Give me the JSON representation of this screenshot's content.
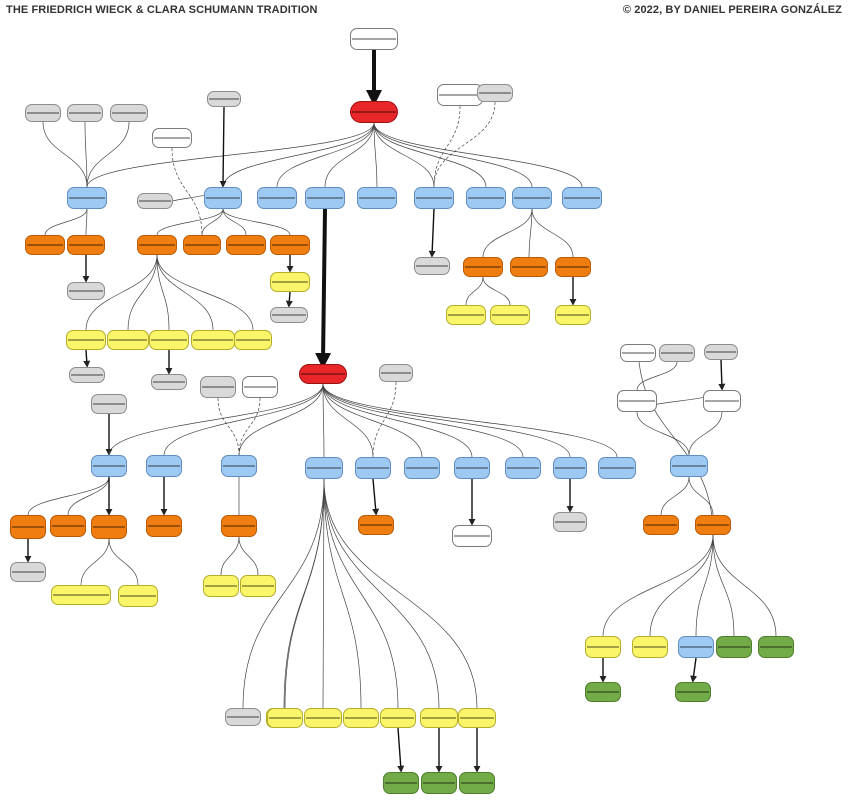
{
  "header": {
    "title_left": "THE FRIEDRICH WIECK & CLARA SCHUMANN TRADITION",
    "title_right": "© 2022, BY DANIEL PEREIRA GONZÁLEZ"
  },
  "colors": {
    "founder": "#e8262a",
    "teacher": "#9ec9f2",
    "student": "#f07d0f",
    "grand_student": "#fbf56a",
    "further_generation": "#72ab47",
    "other_tradition": "#d9d9d9",
    "influence": "#ffffff",
    "edge": "#444444"
  },
  "nodes": [
    {
      "id": "n01",
      "color": "white"
    },
    {
      "id": "n02",
      "color": "red"
    },
    {
      "id": "n03",
      "color": "gray"
    },
    {
      "id": "n04",
      "color": "gray"
    },
    {
      "id": "n05",
      "color": "gray"
    },
    {
      "id": "n06",
      "color": "gray"
    },
    {
      "id": "n07",
      "color": "white"
    },
    {
      "id": "n08",
      "color": "white"
    },
    {
      "id": "n09",
      "color": "gray"
    },
    {
      "id": "n10",
      "color": "blue"
    },
    {
      "id": "n11",
      "color": "gray"
    },
    {
      "id": "n12",
      "color": "blue"
    },
    {
      "id": "n13",
      "color": "blue"
    },
    {
      "id": "n14",
      "color": "blue"
    },
    {
      "id": "n15",
      "color": "blue"
    },
    {
      "id": "n16",
      "color": "blue"
    },
    {
      "id": "n17",
      "color": "blue"
    },
    {
      "id": "n18",
      "color": "blue"
    },
    {
      "id": "n19",
      "color": "blue"
    },
    {
      "id": "n20",
      "color": "orange"
    },
    {
      "id": "n21",
      "color": "orange"
    },
    {
      "id": "n22",
      "color": "orange"
    },
    {
      "id": "n23",
      "color": "orange"
    },
    {
      "id": "n24",
      "color": "orange"
    },
    {
      "id": "n25",
      "color": "orange"
    },
    {
      "id": "n26",
      "color": "gray"
    },
    {
      "id": "n27",
      "color": "yellow"
    },
    {
      "id": "n28",
      "color": "gray"
    },
    {
      "id": "n29",
      "color": "orange"
    },
    {
      "id": "n30",
      "color": "orange"
    },
    {
      "id": "n31",
      "color": "orange"
    },
    {
      "id": "n32",
      "color": "gray"
    },
    {
      "id": "n33",
      "color": "yellow"
    },
    {
      "id": "n34",
      "color": "yellow"
    },
    {
      "id": "n35",
      "color": "yellow"
    },
    {
      "id": "n36",
      "color": "yellow"
    },
    {
      "id": "n37",
      "color": "yellow"
    },
    {
      "id": "n38",
      "color": "yellow"
    },
    {
      "id": "n39",
      "color": "yellow"
    },
    {
      "id": "n40",
      "color": "gray"
    },
    {
      "id": "n41",
      "color": "gray"
    },
    {
      "id": "n42",
      "color": "white"
    },
    {
      "id": "n43",
      "color": "gray"
    },
    {
      "id": "n44",
      "color": "red"
    },
    {
      "id": "n45",
      "color": "gray"
    },
    {
      "id": "n46",
      "color": "gray"
    },
    {
      "id": "n47",
      "color": "gray"
    },
    {
      "id": "n48",
      "color": "white"
    },
    {
      "id": "n49",
      "color": "gray"
    },
    {
      "id": "n50",
      "color": "gray"
    },
    {
      "id": "n51",
      "color": "white"
    },
    {
      "id": "n52",
      "color": "white"
    },
    {
      "id": "n53",
      "color": "blue"
    },
    {
      "id": "n54",
      "color": "blue"
    },
    {
      "id": "n55",
      "color": "blue"
    },
    {
      "id": "n56",
      "color": "blue"
    },
    {
      "id": "n57",
      "color": "blue"
    },
    {
      "id": "n58",
      "color": "blue"
    },
    {
      "id": "n59",
      "color": "blue"
    },
    {
      "id": "n60",
      "color": "blue"
    },
    {
      "id": "n61",
      "color": "blue"
    },
    {
      "id": "n62",
      "color": "blue"
    },
    {
      "id": "n63",
      "color": "blue"
    },
    {
      "id": "n64",
      "color": "blue"
    },
    {
      "id": "n65",
      "color": "orange"
    },
    {
      "id": "n66",
      "color": "orange"
    },
    {
      "id": "n67",
      "color": "orange"
    },
    {
      "id": "n68",
      "color": "orange"
    },
    {
      "id": "n69",
      "color": "orange"
    },
    {
      "id": "n70",
      "color": "orange"
    },
    {
      "id": "n71",
      "color": "gray"
    },
    {
      "id": "n72",
      "color": "orange"
    },
    {
      "id": "n73",
      "color": "orange"
    },
    {
      "id": "n74",
      "color": "white"
    },
    {
      "id": "n75",
      "color": "gray"
    },
    {
      "id": "n76",
      "color": "yellow"
    },
    {
      "id": "n77",
      "color": "yellow"
    },
    {
      "id": "n78",
      "color": "yellow"
    },
    {
      "id": "n79",
      "color": "yellow"
    },
    {
      "id": "n80",
      "color": "yellow"
    },
    {
      "id": "n81",
      "color": "yellow"
    },
    {
      "id": "n82",
      "color": "yellow"
    },
    {
      "id": "n83",
      "color": "yellow"
    },
    {
      "id": "n84",
      "color": "gray"
    },
    {
      "id": "n85",
      "color": "yellow"
    },
    {
      "id": "n86",
      "color": "yellow"
    },
    {
      "id": "n87",
      "color": "yellow"
    },
    {
      "id": "n88",
      "color": "yellow"
    },
    {
      "id": "n89",
      "color": "yellow"
    },
    {
      "id": "n90",
      "color": "yellow"
    },
    {
      "id": "n91",
      "color": "green"
    },
    {
      "id": "n92",
      "color": "green"
    },
    {
      "id": "n93",
      "color": "green"
    },
    {
      "id": "n94",
      "color": "green"
    },
    {
      "id": "n95",
      "color": "green"
    }
  ],
  "edges": [
    {
      "from": "n01",
      "to": "n02",
      "style": "bold-arrow"
    },
    {
      "from": "n02",
      "to": "n10",
      "style": "solid"
    },
    {
      "from": "n02",
      "to": "n12",
      "style": "solid"
    },
    {
      "from": "n02",
      "to": "n13",
      "style": "solid"
    },
    {
      "from": "n02",
      "to": "n14",
      "style": "solid"
    },
    {
      "from": "n02",
      "to": "n15",
      "style": "solid"
    },
    {
      "from": "n02",
      "to": "n16",
      "style": "solid"
    },
    {
      "from": "n02",
      "to": "n17",
      "style": "solid"
    },
    {
      "from": "n02",
      "to": "n18",
      "style": "solid"
    },
    {
      "from": "n02",
      "to": "n19",
      "style": "solid"
    },
    {
      "from": "n03",
      "to": "n10",
      "style": "solid"
    },
    {
      "from": "n04",
      "to": "n10",
      "style": "solid"
    },
    {
      "from": "n05",
      "to": "n10",
      "style": "solid"
    },
    {
      "from": "n06",
      "to": "n12",
      "style": "arrow"
    },
    {
      "from": "n09",
      "to": "n12",
      "style": "solid"
    },
    {
      "from": "n07",
      "to": "n22",
      "style": "dashed"
    },
    {
      "from": "n08",
      "to": "n16",
      "style": "dashed"
    },
    {
      "from": "n11",
      "to": "n16",
      "style": "dashed"
    },
    {
      "from": "n10",
      "to": "n20",
      "style": "solid"
    },
    {
      "from": "n10",
      "to": "n21",
      "style": "solid"
    },
    {
      "from": "n21",
      "to": "n26",
      "style": "arrow"
    },
    {
      "from": "n12",
      "to": "n22",
      "style": "solid"
    },
    {
      "from": "n12",
      "to": "n23",
      "style": "solid"
    },
    {
      "from": "n12",
      "to": "n24",
      "style": "solid"
    },
    {
      "from": "n12",
      "to": "n25",
      "style": "solid"
    },
    {
      "from": "n25",
      "to": "n27",
      "style": "arrow"
    },
    {
      "from": "n27",
      "to": "n28",
      "style": "arrow"
    },
    {
      "from": "n23",
      "to": "n33",
      "style": "solid"
    },
    {
      "from": "n23",
      "to": "n34",
      "style": "solid"
    },
    {
      "from": "n23",
      "to": "n35",
      "style": "solid"
    },
    {
      "from": "n23",
      "to": "n36",
      "style": "solid"
    },
    {
      "from": "n23",
      "to": "n37",
      "style": "solid"
    },
    {
      "from": "n33",
      "to": "n40",
      "style": "arrow"
    },
    {
      "from": "n35",
      "to": "n41",
      "style": "arrow"
    },
    {
      "from": "n16",
      "to": "n32",
      "style": "arrow"
    },
    {
      "from": "n18",
      "to": "n29",
      "style": "solid"
    },
    {
      "from": "n18",
      "to": "n30",
      "style": "solid"
    },
    {
      "from": "n18",
      "to": "n31",
      "style": "solid"
    },
    {
      "from": "n29",
      "to": "n38",
      "style": "solid"
    },
    {
      "from": "n29",
      "to": "n39",
      "style": "solid"
    },
    {
      "from": "n31",
      "to": "n90",
      "style": "arrow"
    },
    {
      "from": "n14",
      "to": "n44",
      "style": "bold-arrow"
    },
    {
      "from": "n45",
      "to": "n53",
      "style": "arrow"
    },
    {
      "from": "n44",
      "to": "n53",
      "style": "solid"
    },
    {
      "from": "n44",
      "to": "n54",
      "style": "solid"
    },
    {
      "from": "n44",
      "to": "n55",
      "style": "solid"
    },
    {
      "from": "n44",
      "to": "n56",
      "style": "solid"
    },
    {
      "from": "n44",
      "to": "n57",
      "style": "solid"
    },
    {
      "from": "n44",
      "to": "n58",
      "style": "solid"
    },
    {
      "from": "n44",
      "to": "n59",
      "style": "solid"
    },
    {
      "from": "n44",
      "to": "n60",
      "style": "solid"
    },
    {
      "from": "n44",
      "to": "n61",
      "style": "solid"
    },
    {
      "from": "n44",
      "to": "n62",
      "style": "solid"
    },
    {
      "from": "n46",
      "to": "n55",
      "style": "dashed"
    },
    {
      "from": "n48",
      "to": "n55",
      "style": "dashed"
    },
    {
      "from": "n47",
      "to": "n57",
      "style": "dashed"
    },
    {
      "from": "n53",
      "to": "n65",
      "style": "solid"
    },
    {
      "from": "n53",
      "to": "n66",
      "style": "solid"
    },
    {
      "from": "n53",
      "to": "n67",
      "style": "arrow"
    },
    {
      "from": "n65",
      "to": "n50",
      "style": "arrow"
    },
    {
      "from": "n67",
      "to": "n76",
      "style": "solid"
    },
    {
      "from": "n67",
      "to": "n77",
      "style": "solid"
    },
    {
      "from": "n54",
      "to": "n68",
      "style": "arrow"
    },
    {
      "from": "n55",
      "to": "n69",
      "style": "solid"
    },
    {
      "from": "n69",
      "to": "n78",
      "style": "solid"
    },
    {
      "from": "n69",
      "to": "n79",
      "style": "solid"
    },
    {
      "from": "n56",
      "to": "n80",
      "style": "solid"
    },
    {
      "from": "n56",
      "to": "n81",
      "style": "solid"
    },
    {
      "from": "n56",
      "to": "n82",
      "style": "solid"
    },
    {
      "from": "n56",
      "to": "n83",
      "style": "solid"
    },
    {
      "from": "n56",
      "to": "n84",
      "style": "solid"
    },
    {
      "from": "n56",
      "to": "n85",
      "style": "solid"
    },
    {
      "from": "n56",
      "to": "n86",
      "style": "solid"
    },
    {
      "from": "n56",
      "to": "n87",
      "style": "solid"
    },
    {
      "from": "n57",
      "to": "n70",
      "style": "arrow"
    },
    {
      "from": "n59",
      "to": "n74",
      "style": "arrow"
    },
    {
      "from": "n61",
      "to": "n71",
      "style": "arrow"
    },
    {
      "from": "n85",
      "to": "n93",
      "style": "arrow"
    },
    {
      "from": "n86",
      "to": "n94",
      "style": "arrow"
    },
    {
      "from": "n87",
      "to": "n95",
      "style": "arrow"
    },
    {
      "from": "n49",
      "to": "n51",
      "style": "solid"
    },
    {
      "from": "n43",
      "to": "n51",
      "style": "solid"
    },
    {
      "from": "n49",
      "to": "n52",
      "style": "solid"
    },
    {
      "from": "n75",
      "to": "n52",
      "style": "arrow"
    },
    {
      "from": "n51",
      "to": "n64",
      "style": "solid"
    },
    {
      "from": "n52",
      "to": "n64",
      "style": "solid"
    },
    {
      "from": "n64",
      "to": "n72",
      "style": "solid"
    },
    {
      "from": "n64",
      "to": "n73",
      "style": "solid"
    },
    {
      "from": "n73",
      "to": "n88",
      "style": "solid"
    },
    {
      "from": "n73",
      "to": "n89",
      "style": "solid"
    },
    {
      "from": "n73",
      "to": "n63",
      "style": "solid"
    },
    {
      "from": "n73",
      "to": "n42",
      "style": "solid"
    },
    {
      "from": "n73",
      "to": "n91",
      "style": "solid"
    },
    {
      "from": "n73",
      "to": "n92",
      "style": "solid"
    },
    {
      "from": "n88",
      "to": "n93b",
      "style": "arrow"
    },
    {
      "from": "n63",
      "to": "n94b",
      "style": "arrow"
    }
  ]
}
